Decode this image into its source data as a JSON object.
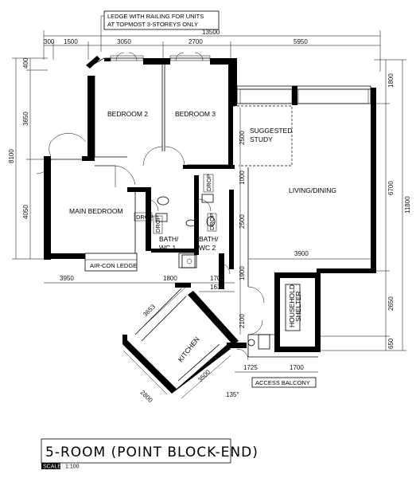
{
  "note": {
    "line1": "LEDGE WITH RAILING FOR UNITS",
    "line2": "AT TOPMOST 3-STOREYS ONLY"
  },
  "rooms": {
    "bedroom2": "BEDROOM 2",
    "bedroom3": "BEDROOM 3",
    "main_bedroom": "MAIN BEDROOM",
    "suggested": "SUGGESTED",
    "study": "STUDY",
    "living_dining": "LIVING/DINING",
    "bath1_a": "BATH/",
    "bath1_b": "WC 1",
    "bath2_a": "BATH/",
    "bath2_b": "WC 2",
    "household": "HOUSEHOLD",
    "shelter": "SHELTER",
    "kitchen": "KITCHEN",
    "aircon": "AIR-CON LEDGE",
    "access_balcony": "ACCESS BALCONY",
    "drop": "DROP"
  },
  "dims_top": {
    "total": "13500",
    "d1": "300",
    "d2": "1500",
    "d3": "3050",
    "d4": "2700",
    "d5": "5950"
  },
  "dims_left": {
    "total": "8100",
    "d1": "400",
    "d2": "3650",
    "d3": "4050"
  },
  "dims_right": {
    "total": "11800",
    "d1": "1800",
    "d2": "6700",
    "d3": "2650",
    "d4": "650"
  },
  "dims_inner": {
    "v2500a": "2500",
    "v1000": "1000",
    "v2500b": "2500",
    "v1900": "1900",
    "v2100": "2100",
    "h3900": "3900",
    "h1700a": "1700",
    "h1635": "1635",
    "h1800": "1800",
    "h3950": "3950",
    "h1725": "1725",
    "h1700b": "1700",
    "k3653": "3653",
    "k2800": "2800",
    "k3500": "3500",
    "angle": "135°"
  },
  "title": "5-ROOM (POINT BLOCK-END)",
  "scale": {
    "label": "SCALE",
    "value": "1:100"
  }
}
